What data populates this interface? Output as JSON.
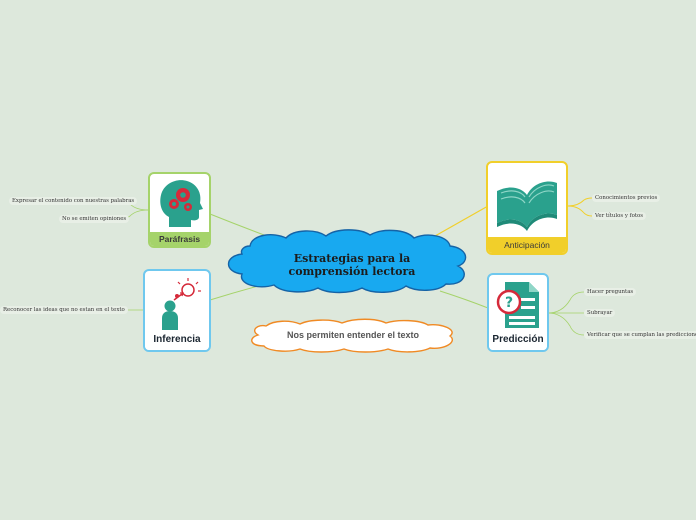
{
  "center": {
    "title": "Estrategias para la comprensión lectora"
  },
  "note": {
    "text": "Nos permiten entender el texto"
  },
  "branches": [
    {
      "label": "Paráfrasis",
      "icon": "head-gears-icon",
      "color": "#a5d36a",
      "leaves": [
        "Expresar el contenido con nuestras palabras",
        "No se emiten opiniones"
      ]
    },
    {
      "label": "Inferencia",
      "icon": "person-lightbulb-icon",
      "color": "#6fc8ee",
      "leaves": [
        "Reconocer las ideas que no estan en el texto"
      ]
    },
    {
      "label": "Anticipación",
      "icon": "open-book-icon",
      "color": "#f1cf2a",
      "leaves": [
        "Conocimientos previos",
        "Ver títulos y fotos"
      ]
    },
    {
      "label": "Predicción",
      "icon": "question-document-icon",
      "color": "#6fc8ee",
      "leaves": [
        "Hacer preguntas",
        "Subrayar",
        "Verificar que se cumplan las predicciones"
      ]
    }
  ]
}
